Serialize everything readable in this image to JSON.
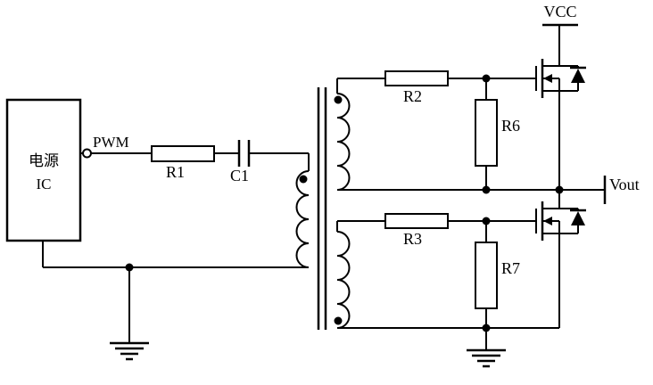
{
  "labels": {
    "power_ic_line1": "电源",
    "power_ic_line2": "IC",
    "pwm": "PWM",
    "r1": "R1",
    "c1": "C1",
    "r2": "R2",
    "r6": "R6",
    "r3": "R3",
    "r7": "R7",
    "vcc": "VCC",
    "vout": "Vout"
  },
  "colors": {
    "wire": "#000000",
    "background": "#ffffff",
    "component_fill": "#ffffff"
  }
}
